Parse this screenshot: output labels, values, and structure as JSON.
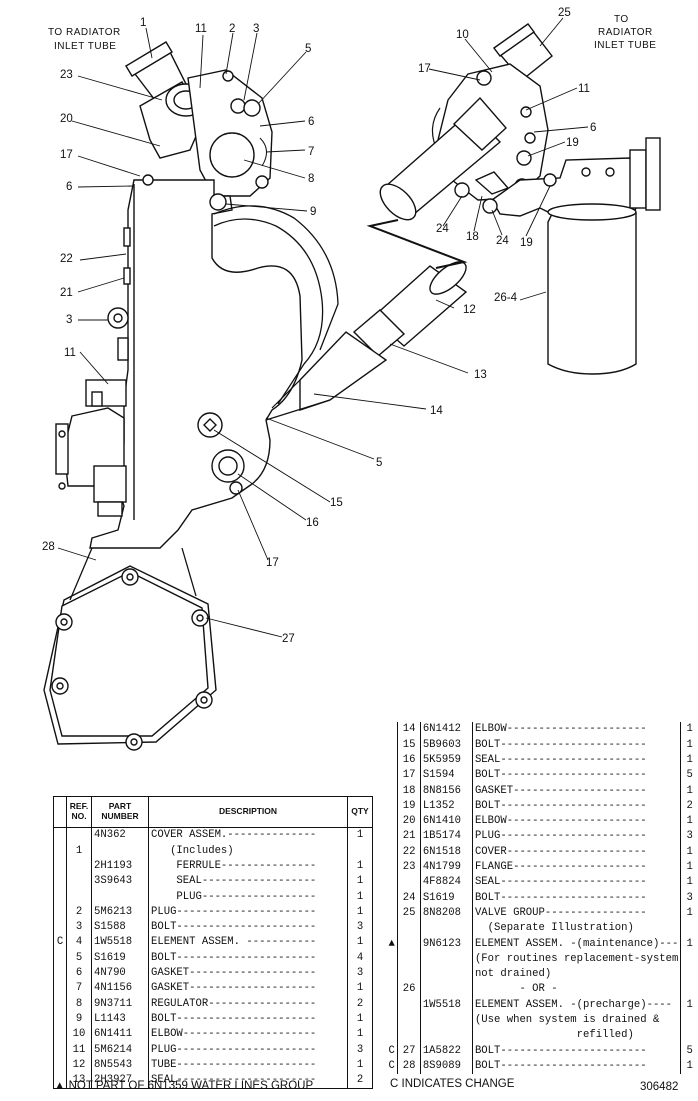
{
  "figure_id": "306482",
  "labels": {
    "to_radiator_left": "TO RADIATOR\nINLET TUBE",
    "to_radiator_right": "TO\nRADIATOR\nINLET TUBE"
  },
  "callouts": [
    "1",
    "11",
    "2",
    "3",
    "5",
    "23",
    "20",
    "6",
    "7",
    "8",
    "17",
    "6",
    "9",
    "22",
    "21",
    "3",
    "11",
    "12",
    "13",
    "14",
    "5",
    "15",
    "16",
    "17",
    "28",
    "27",
    "25",
    "10",
    "17",
    "11",
    "6",
    "19",
    "24",
    "18",
    "24",
    "19",
    "26-4"
  ],
  "table_header": {
    "ref": "REF. NO.",
    "part": "PART NUMBER",
    "desc": "DESCRIPTION",
    "qty": "QTY"
  },
  "table_left": [
    {
      "mark": "",
      "ref": "",
      "part": "4N362",
      "desc": "COVER ASSEM.--------------",
      "qty": "1"
    },
    {
      "mark": "",
      "ref": "1",
      "part": "",
      "desc": "   (Includes)",
      "qty": ""
    },
    {
      "mark": "",
      "ref": "",
      "part": "2H1193",
      "desc": "    FERRULE---------------",
      "qty": "1"
    },
    {
      "mark": "",
      "ref": "",
      "part": "3S9643",
      "desc": "    SEAL------------------",
      "qty": "1"
    },
    {
      "mark": "",
      "ref": "",
      "part": "",
      "desc": "    PLUG------------------",
      "qty": "1"
    },
    {
      "mark": "",
      "ref": "2",
      "part": "5M6213",
      "desc": "PLUG----------------------",
      "qty": "1"
    },
    {
      "mark": "",
      "ref": "3",
      "part": "S1588",
      "desc": "BOLT----------------------",
      "qty": "3"
    },
    {
      "mark": "C",
      "ref": "4",
      "part": "1W5518",
      "desc": "ELEMENT ASSEM. -----------",
      "qty": "1"
    },
    {
      "mark": "",
      "ref": "5",
      "part": "S1619",
      "desc": "BOLT----------------------",
      "qty": "4"
    },
    {
      "mark": "",
      "ref": "6",
      "part": "4N790",
      "desc": "GASKET--------------------",
      "qty": "3"
    },
    {
      "mark": "",
      "ref": "7",
      "part": "4N1156",
      "desc": "GASKET--------------------",
      "qty": "1"
    },
    {
      "mark": "",
      "ref": "8",
      "part": "9N3711",
      "desc": "REGULATOR-----------------",
      "qty": "2"
    },
    {
      "mark": "",
      "ref": "9",
      "part": "L1143",
      "desc": "BOLT----------------------",
      "qty": "1"
    },
    {
      "mark": "",
      "ref": "10",
      "part": "6N1411",
      "desc": "ELBOW---------------------",
      "qty": "1"
    },
    {
      "mark": "",
      "ref": "11",
      "part": "5M6214",
      "desc": "PLUG----------------------",
      "qty": "3"
    },
    {
      "mark": "",
      "ref": "12",
      "part": "8N5543",
      "desc": "TUBE----------------------",
      "qty": "1"
    },
    {
      "mark": "",
      "ref": "13",
      "part": "2H3927",
      "desc": "SEAL----------------------",
      "qty": "2"
    }
  ],
  "table_right": [
    {
      "mark": "",
      "ref": "14",
      "part": "6N1412",
      "desc": "ELBOW----------------------",
      "qty": "1"
    },
    {
      "mark": "",
      "ref": "15",
      "part": "5B9603",
      "desc": "BOLT-----------------------",
      "qty": "1"
    },
    {
      "mark": "",
      "ref": "16",
      "part": "5K5959",
      "desc": "SEAL-----------------------",
      "qty": "1"
    },
    {
      "mark": "",
      "ref": "17",
      "part": "S1594",
      "desc": "BOLT-----------------------",
      "qty": "5"
    },
    {
      "mark": "",
      "ref": "18",
      "part": "8N8156",
      "desc": "GASKET---------------------",
      "qty": "1"
    },
    {
      "mark": "",
      "ref": "19",
      "part": "L1352",
      "desc": "BOLT-----------------------",
      "qty": "2"
    },
    {
      "mark": "",
      "ref": "20",
      "part": "6N1410",
      "desc": "ELBOW----------------------",
      "qty": "1"
    },
    {
      "mark": "",
      "ref": "21",
      "part": "1B5174",
      "desc": "PLUG-----------------------",
      "qty": "3"
    },
    {
      "mark": "",
      "ref": "22",
      "part": "6N1518",
      "desc": "COVER----------------------",
      "qty": "1"
    },
    {
      "mark": "",
      "ref": "23",
      "part": "4N1799",
      "desc": "FLANGE---------------------",
      "qty": "1"
    },
    {
      "mark": "",
      "ref": "",
      "part": "4F8824",
      "desc": "SEAL-----------------------",
      "qty": "1"
    },
    {
      "mark": "",
      "ref": "24",
      "part": "S1619",
      "desc": "BOLT-----------------------",
      "qty": "3"
    },
    {
      "mark": "",
      "ref": "25",
      "part": "8N8208",
      "desc": "VALVE GROUP----------------",
      "qty": "1"
    },
    {
      "mark": "",
      "ref": "",
      "part": "",
      "desc": "  (Separate Illustration)",
      "qty": ""
    },
    {
      "mark": "▲",
      "ref": "",
      "part": "9N6123",
      "desc": "ELEMENT ASSEM. -(maintenance)---",
      "qty": "1"
    },
    {
      "mark": "",
      "ref": "",
      "part": "",
      "desc": "(For routines replacement-system",
      "qty": ""
    },
    {
      "mark": "",
      "ref": "",
      "part": "",
      "desc": "not drained)",
      "qty": ""
    },
    {
      "mark": "",
      "ref": "26",
      "part": "",
      "desc": "       - OR -",
      "qty": ""
    },
    {
      "mark": "",
      "ref": "",
      "part": "1W5518",
      "desc": "ELEMENT ASSEM. -(precharge)----",
      "qty": "1"
    },
    {
      "mark": "",
      "ref": "",
      "part": "",
      "desc": "(Use when system is drained &",
      "qty": ""
    },
    {
      "mark": "",
      "ref": "",
      "part": "",
      "desc": "                refilled)",
      "qty": ""
    },
    {
      "mark": "C",
      "ref": "27",
      "part": "1A5822",
      "desc": "BOLT-----------------------",
      "qty": "5"
    },
    {
      "mark": "C",
      "ref": "28",
      "part": "8S9089",
      "desc": "BOLT-----------------------",
      "qty": "1"
    }
  ],
  "footnotes": {
    "left": "▲ NOT PART OF 6N1359  WATER  LINES GROUP",
    "right": "C INDICATES CHANGE"
  }
}
